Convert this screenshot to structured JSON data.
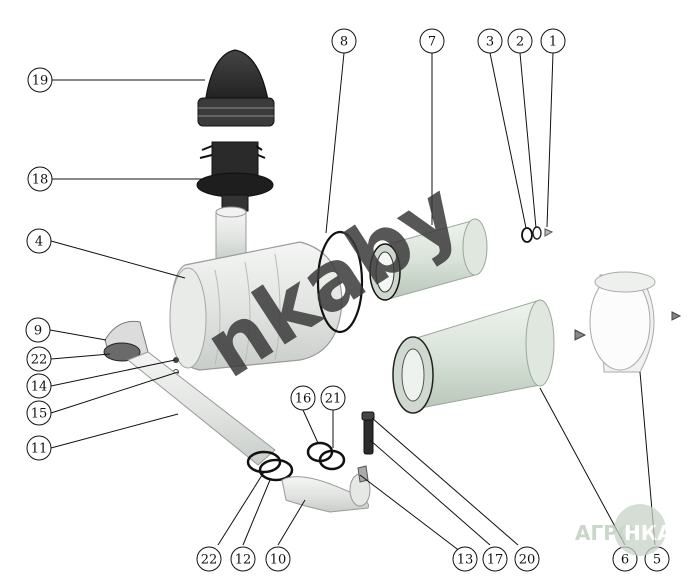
{
  "callouts": [
    {
      "id": "c19",
      "label": "19"
    },
    {
      "id": "c18",
      "label": "18"
    },
    {
      "id": "c4",
      "label": "4"
    },
    {
      "id": "c9",
      "label": "9"
    },
    {
      "id": "c22a",
      "label": "22"
    },
    {
      "id": "c14",
      "label": "14"
    },
    {
      "id": "c15",
      "label": "15"
    },
    {
      "id": "c11",
      "label": "11"
    },
    {
      "id": "c8",
      "label": "8"
    },
    {
      "id": "c7",
      "label": "7"
    },
    {
      "id": "c3",
      "label": "3"
    },
    {
      "id": "c2",
      "label": "2"
    },
    {
      "id": "c1",
      "label": "1"
    },
    {
      "id": "c16",
      "label": "16"
    },
    {
      "id": "c21",
      "label": "21"
    },
    {
      "id": "c22b",
      "label": "22"
    },
    {
      "id": "c12",
      "label": "12"
    },
    {
      "id": "c10",
      "label": "10"
    },
    {
      "id": "c13",
      "label": "13"
    },
    {
      "id": "c17",
      "label": "17"
    },
    {
      "id": "c20",
      "label": "20"
    },
    {
      "id": "c6",
      "label": "6"
    },
    {
      "id": "c5",
      "label": "5"
    }
  ],
  "watermark": {
    "text": "nkaby",
    "color": "#3a3a3a"
  },
  "brand": {
    "left": "АГРО",
    "right": "НКА",
    "color": "#b8c9b8"
  }
}
